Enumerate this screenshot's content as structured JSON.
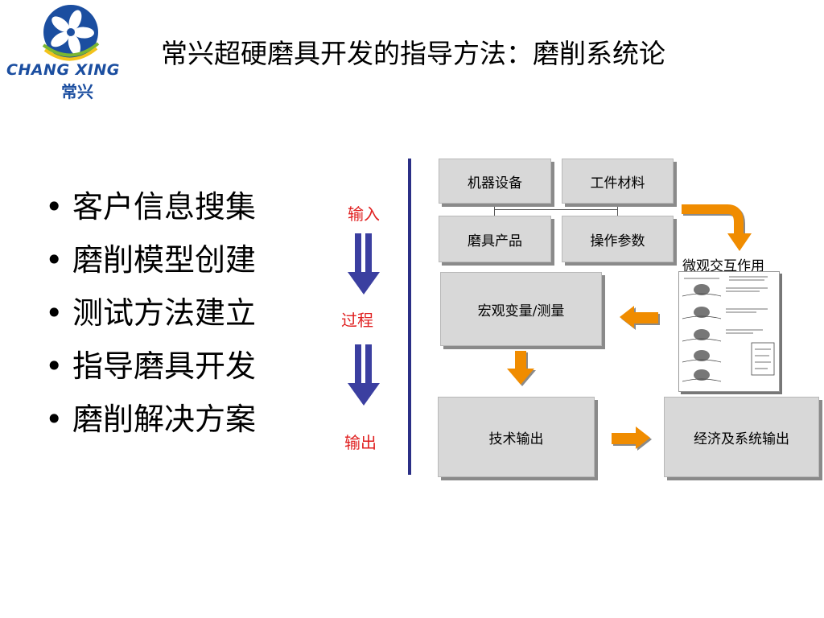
{
  "logo": {
    "name_en": "CHANG XING",
    "name_cn": "常兴",
    "colors": {
      "blue": "#1b4ea0",
      "green": "#7ab632",
      "yellow": "#f2c31b"
    }
  },
  "title": "常兴超硬磨具开发的指导方法：磨削系统论",
  "bullets": [
    "客户信息搜集",
    "磨削模型创建",
    "测试方法建立",
    "指导磨具开发",
    "磨削解决方案"
  ],
  "bullet_symbol": "•",
  "flow": {
    "input": "输入",
    "process": "过程",
    "output": "输出"
  },
  "diagram": {
    "machine": "机器设备",
    "workpiece": "工件材料",
    "tool_product": "磨具产品",
    "operation_params": "操作参数",
    "micro_interaction": "微观交互作用",
    "macro_variables": "宏观变量/测量",
    "technical_output": "技术输出",
    "economic_output": "经济及系统输出"
  },
  "colors": {
    "accent_red": "#e02020",
    "arrow_blue": "#3b3fa0",
    "arrow_orange": "#f08c00",
    "divider": "#2b2f86",
    "box_fill": "#d8d8d8"
  }
}
